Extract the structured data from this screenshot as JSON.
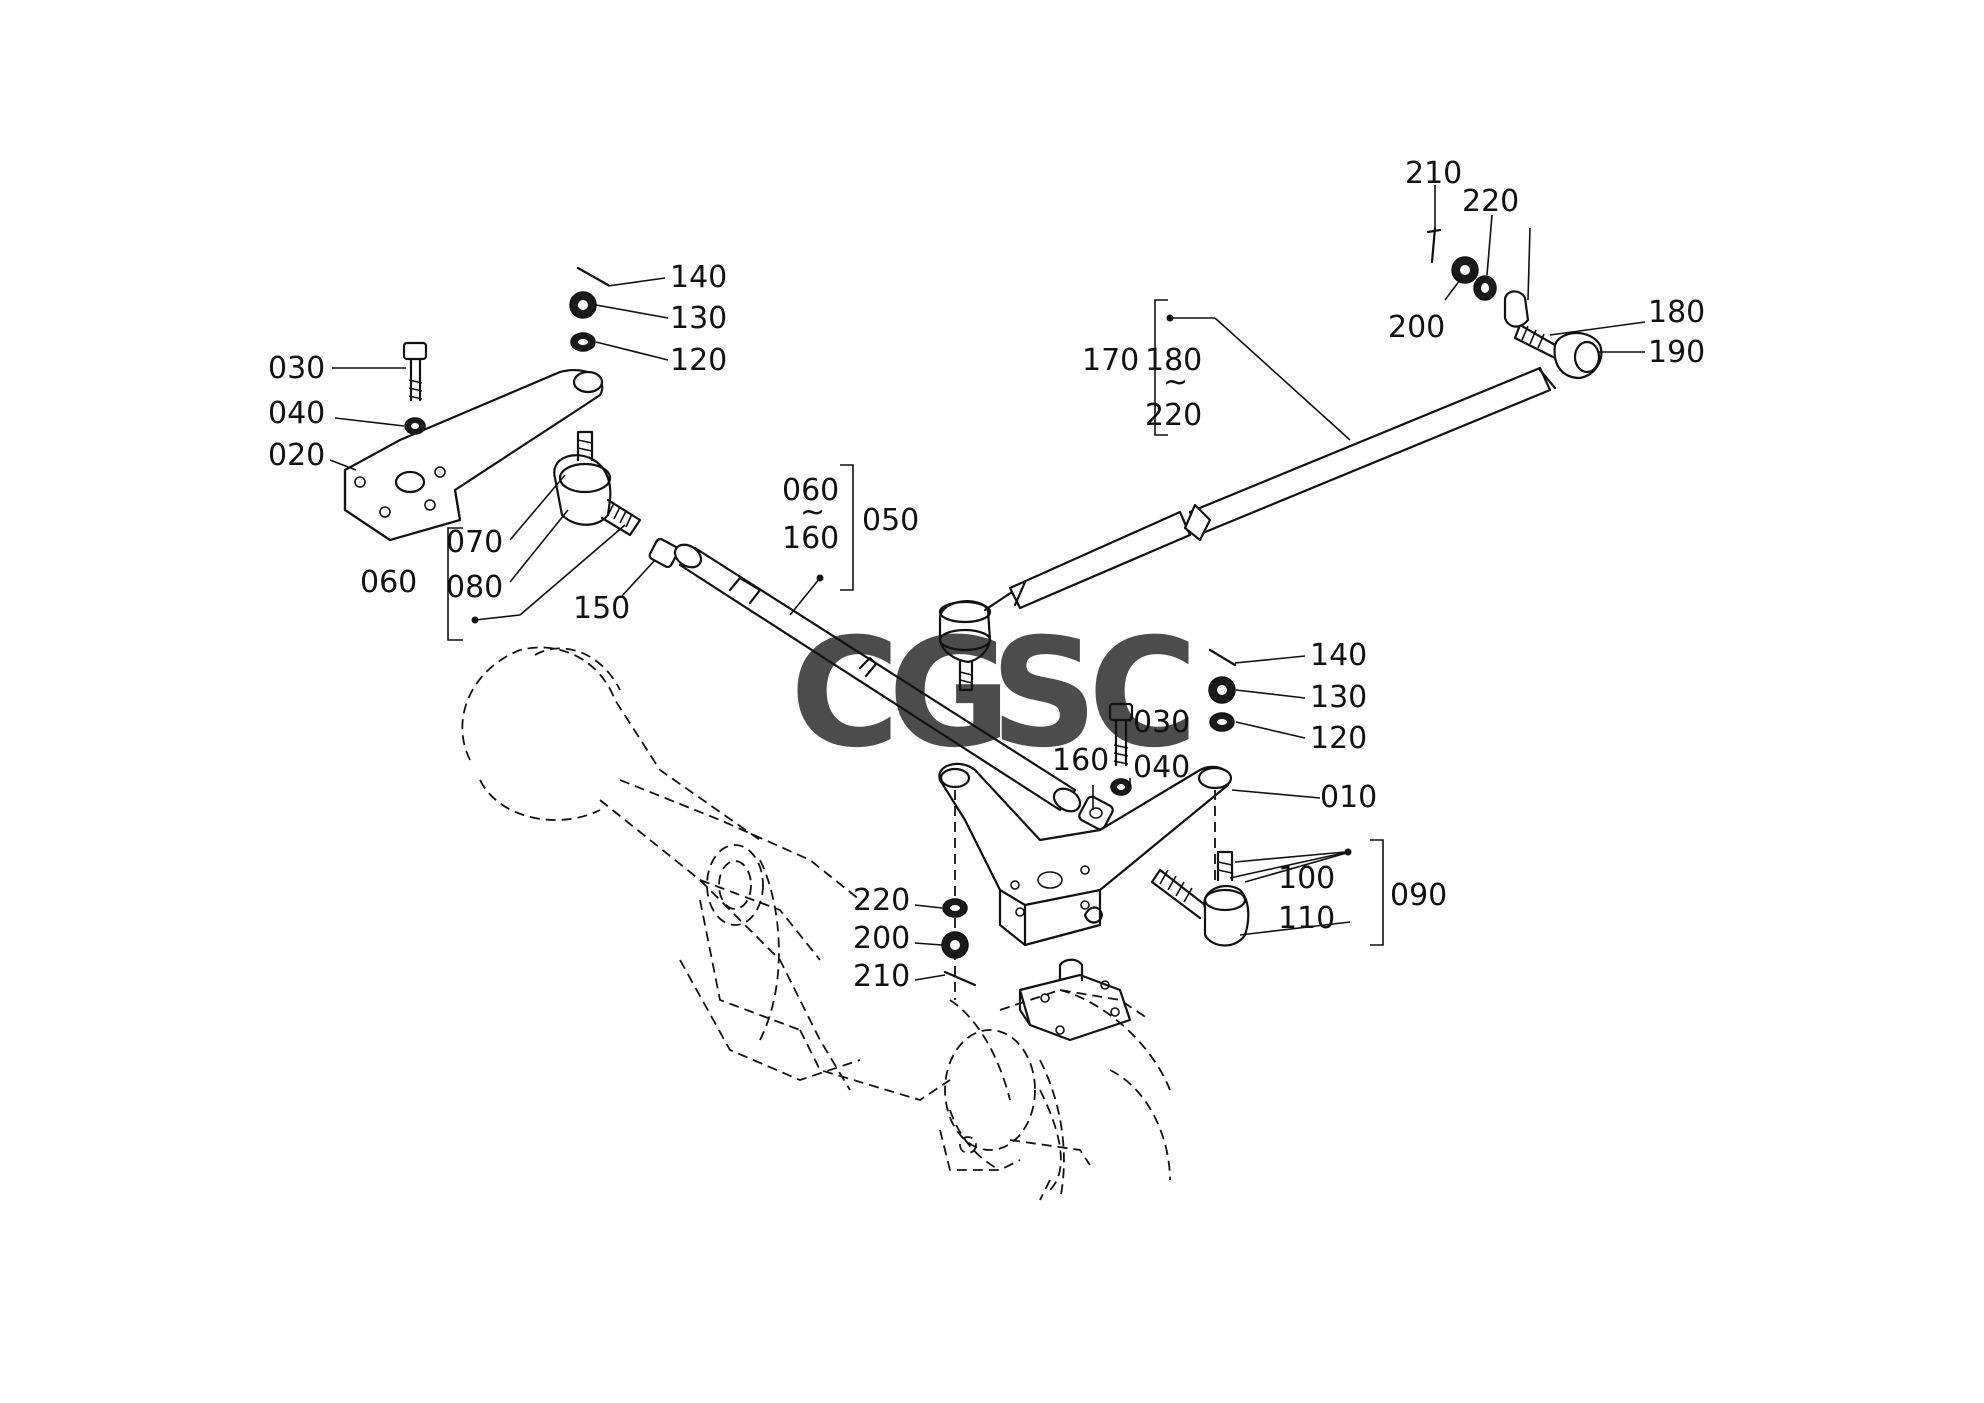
{
  "labels": {
    "p210_top": "210",
    "p220_top": "220",
    "p200_top": "200",
    "p180_r": "180",
    "p190_r": "190",
    "p170": "170",
    "p180_mid": "180",
    "p220_mid": "220",
    "p140_l": "140",
    "p130_l": "130",
    "p120_l": "120",
    "p030_l": "030",
    "p040_l": "040",
    "p020": "020",
    "p070": "070",
    "p080": "080",
    "p060_l": "060",
    "p150": "150",
    "p060_m": "060",
    "p160_m": "160",
    "p050": "050",
    "p140_r": "140",
    "p130_r": "130",
    "p120_r": "120",
    "p030_r": "030",
    "p040_r": "040",
    "p160_r": "160",
    "p010": "010",
    "p100": "100",
    "p110": "110",
    "p090": "090",
    "p220_b": "220",
    "p200_b": "200",
    "p210_b": "210",
    "tilde": "~"
  },
  "watermark": {
    "letters": [
      "C",
      "G",
      "S",
      "C"
    ],
    "colors": [
      "#4a86e8",
      "#e06666",
      "#f1c232",
      "#6aa84f"
    ]
  }
}
